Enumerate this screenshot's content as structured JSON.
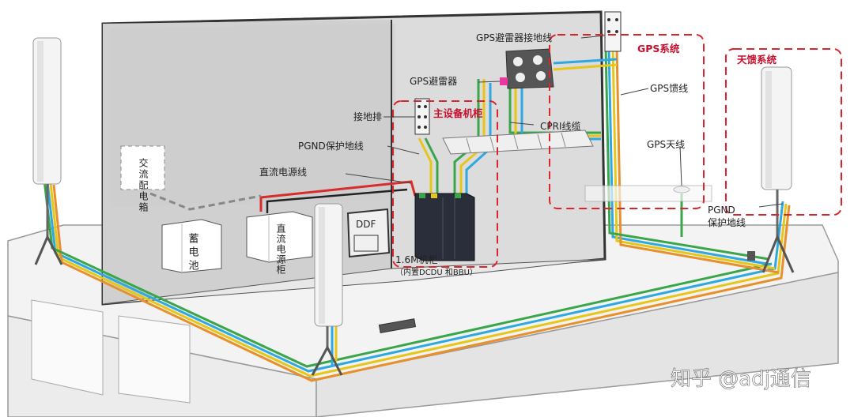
{
  "colors": {
    "cable_blue": "#2fa8e0",
    "cable_yellow": "#e6c619",
    "cable_green": "#3aa64a",
    "cable_orange": "#e8902c",
    "cable_red": "#d92b2b",
    "dashed_box": "#d9262c",
    "room_wall": "#d6d6d6",
    "floor": "#e9e9e9"
  },
  "labels": {
    "gps_arrester_ground": "GPS避雷器接地线",
    "gps_system": "GPS系统",
    "antenna_feeder_system": "天馈系统",
    "gps_arrester": "GPS避雷器",
    "gps_feeder": "GPS馈线",
    "main_cabinet": "主设备机柜",
    "ground_bar": "接地排",
    "cpri_cable": "CPRI线缆",
    "pgnd_wire": "PGND保护地线",
    "gps_antenna": "GPS天线",
    "ac_box": "交流配电箱",
    "dc_power_line": "直流电源线",
    "pgnd_right_1": "PGND",
    "pgnd_right_2": "保护地线",
    "battery": "蓄电池",
    "dc_cabinet": "直流电源柜",
    "ddf": "DDF",
    "cabinet_16m": "1.6M机柜",
    "cabinet_sub": "（内置DCDU 和BBU）",
    "watermark": "知乎 @adj通信"
  },
  "icons": [
    "antenna-icon",
    "gps-antenna-icon",
    "ground-bar-icon",
    "arrester-icon"
  ]
}
